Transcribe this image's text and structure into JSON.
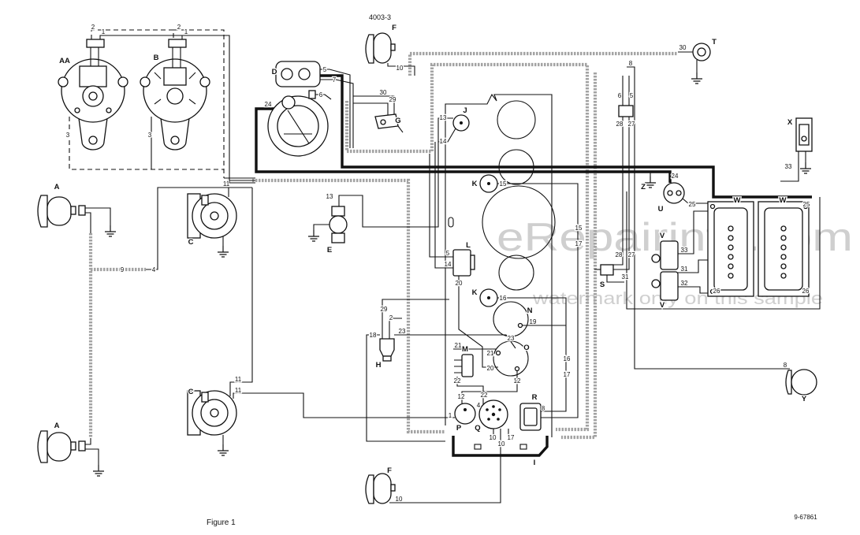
{
  "header": {
    "code": "4003-3"
  },
  "footer": {
    "caption": "Figure 1",
    "ref": "9-67861"
  },
  "watermark": {
    "site": "eRepairinfo.com",
    "note": "watermark only on this sample"
  },
  "component_labels": [
    "AA",
    "B",
    "A",
    "A",
    "C",
    "C",
    "D",
    "E",
    "F",
    "F",
    "G",
    "H",
    "I",
    "J",
    "K",
    "K",
    "L",
    "M",
    "N",
    "O",
    "P",
    "Q",
    "R",
    "S",
    "T",
    "U",
    "V",
    "V",
    "W",
    "W",
    "X",
    "Y",
    "Z"
  ],
  "wire_labels": [
    "2",
    "1",
    "2",
    "1",
    "3",
    "3",
    "11",
    "9",
    "4",
    "11",
    "11",
    "13",
    "5",
    "7",
    "6",
    "24",
    "30",
    "29",
    "10",
    "30",
    "8",
    "6",
    "5",
    "28",
    "27",
    "13",
    "14",
    "15",
    "15",
    "17",
    "5",
    "14",
    "20",
    "16",
    "28",
    "27",
    "31",
    "33",
    "31",
    "32",
    "24",
    "25",
    "33",
    "25",
    "26",
    "26",
    "29",
    "2",
    "18",
    "23",
    "23",
    "21",
    "21",
    "20",
    "22",
    "12",
    "19",
    "16",
    "17",
    "12",
    "22",
    "4",
    "1",
    "8",
    "10",
    "17",
    "10",
    "8",
    "10"
  ],
  "colors": {
    "line": "#111111",
    "shield": "#a3a3a3",
    "watermark": "#cfcfcf"
  }
}
